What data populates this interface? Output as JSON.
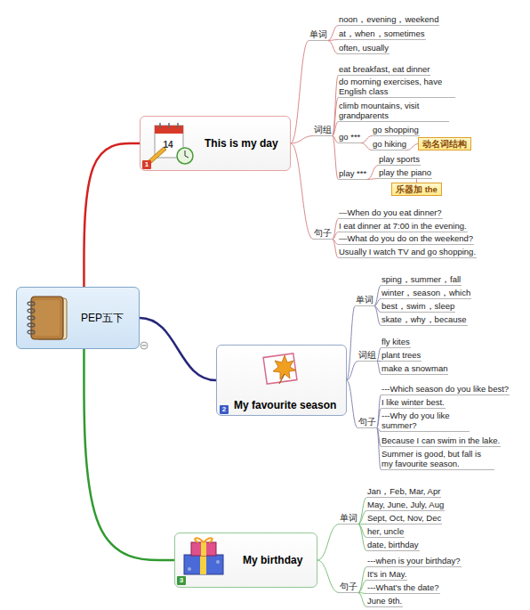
{
  "diagram": {
    "nodes": [
      {
        "text": [
          "PEP五下"
        ]
      },
      {
        "text": [
          "This is my day"
        ]
      },
      {
        "text": [
          "单词"
        ]
      },
      {
        "text": [
          "noon，evening，weekend"
        ]
      },
      {
        "text": [
          "at，when，sometimes"
        ]
      },
      {
        "text": [
          "often, usually"
        ]
      },
      {
        "text": [
          "词组"
        ]
      },
      {
        "text": [
          "eat breakfast, eat dinner"
        ]
      },
      {
        "text": [
          "do morning exercises, have English class"
        ]
      },
      {
        "text": [
          "climb mountains, visit grandparents"
        ]
      },
      {
        "text": [
          "go ***"
        ]
      },
      {
        "text": [
          "go shopping"
        ]
      },
      {
        "text": [
          "go hiking"
        ]
      },
      {
        "text": [
          "动名词结构"
        ]
      },
      {
        "text": [
          "play ***"
        ]
      },
      {
        "text": [
          "play sports"
        ]
      },
      {
        "text": [
          "play the piano"
        ]
      },
      {
        "text": [
          "乐器加 the"
        ]
      },
      {
        "text": [
          "句子"
        ]
      },
      {
        "text": [
          "—When do you eat dinner?"
        ]
      },
      {
        "text": [
          "I eat dinner at 7:00 in the evening."
        ]
      },
      {
        "text": [
          "—What do you do on the weekend?"
        ]
      },
      {
        "text": [
          "Usually I watch TV and go shopping."
        ]
      },
      {
        "text": [
          "My favourite season"
        ]
      },
      {
        "text": [
          "单词"
        ]
      },
      {
        "text": [
          "sping，summer，fall"
        ]
      },
      {
        "text": [
          "winter，season，which"
        ]
      },
      {
        "text": [
          "best，swim，sleep"
        ]
      },
      {
        "text": [
          "skate，why，because"
        ]
      },
      {
        "text": [
          "词组"
        ]
      },
      {
        "text": [
          "fly kites"
        ]
      },
      {
        "text": [
          "plant trees"
        ]
      },
      {
        "text": [
          "make a snowman"
        ]
      },
      {
        "text": [
          "句子"
        ]
      },
      {
        "text": [
          "---Which season do you like best?"
        ]
      },
      {
        "text": [
          "I like winter best."
        ]
      },
      {
        "text": [
          "---Why do you like summer?"
        ]
      },
      {
        "text": [
          "Because I can swim in the lake."
        ]
      },
      {
        "text": [
          "Summer is good, but fall is my favourite season."
        ]
      },
      {
        "text": [
          "My birthday"
        ]
      },
      {
        "text": [
          "单词"
        ]
      },
      {
        "text": [
          "Jan，Feb, Mar, Apr"
        ]
      },
      {
        "text": [
          "May, June, July, Aug"
        ]
      },
      {
        "text": [
          "Sept, Oct, Nov, Dec"
        ]
      },
      {
        "text": [
          "her, uncle"
        ]
      },
      {
        "text": [
          "date, birthday"
        ]
      },
      {
        "text": [
          "句子"
        ]
      },
      {
        "text": [
          "---when is your birthday?"
        ]
      },
      {
        "text": [
          "It's in May."
        ]
      },
      {
        "text": [
          "---What's the date?"
        ]
      },
      {
        "text": [
          "June 9th."
        ]
      }
    ],
    "edges": [
      {
        "from": 0,
        "to": 1,
        "arrow": "none"
      },
      {
        "from": 0,
        "to": 23,
        "arrow": "none"
      },
      {
        "from": 0,
        "to": 39,
        "arrow": "none"
      },
      {
        "from": 1,
        "to": 2,
        "arrow": "none"
      },
      {
        "from": 1,
        "to": 6,
        "arrow": "none"
      },
      {
        "from": 1,
        "to": 18,
        "arrow": "none"
      },
      {
        "from": 2,
        "to": 3,
        "arrow": "none"
      },
      {
        "from": 2,
        "to": 4,
        "arrow": "none"
      },
      {
        "from": 2,
        "to": 5,
        "arrow": "none"
      },
      {
        "from": 6,
        "to": 7,
        "arrow": "none"
      },
      {
        "from": 6,
        "to": 8,
        "arrow": "none"
      },
      {
        "from": 6,
        "to": 9,
        "arrow": "none"
      },
      {
        "from": 6,
        "to": 10,
        "arrow": "none"
      },
      {
        "from": 6,
        "to": 14,
        "arrow": "none"
      },
      {
        "from": 10,
        "to": 11,
        "arrow": "none"
      },
      {
        "from": 10,
        "to": 12,
        "arrow": "none"
      },
      {
        "from": 12,
        "to": 13,
        "arrow": "none"
      },
      {
        "from": 14,
        "to": 15,
        "arrow": "none"
      },
      {
        "from": 14,
        "to": 16,
        "arrow": "none"
      },
      {
        "from": 16,
        "to": 17,
        "arrow": "none"
      },
      {
        "from": 18,
        "to": 19,
        "arrow": "none"
      },
      {
        "from": 18,
        "to": 20,
        "arrow": "none"
      },
      {
        "from": 18,
        "to": 21,
        "arrow": "none"
      },
      {
        "from": 18,
        "to": 22,
        "arrow": "none"
      },
      {
        "from": 23,
        "to": 24,
        "arrow": "none"
      },
      {
        "from": 23,
        "to": 29,
        "arrow": "none"
      },
      {
        "from": 23,
        "to": 33,
        "arrow": "none"
      },
      {
        "from": 24,
        "to": 25,
        "arrow": "none"
      },
      {
        "from": 24,
        "to": 26,
        "arrow": "none"
      },
      {
        "from": 24,
        "to": 27,
        "arrow": "none"
      },
      {
        "from": 24,
        "to": 28,
        "arrow": "none"
      },
      {
        "from": 29,
        "to": 30,
        "arrow": "none"
      },
      {
        "from": 29,
        "to": 31,
        "arrow": "none"
      },
      {
        "from": 29,
        "to": 32,
        "arrow": "none"
      },
      {
        "from": 33,
        "to": 34,
        "arrow": "none"
      },
      {
        "from": 33,
        "to": 35,
        "arrow": "none"
      },
      {
        "from": 33,
        "to": 36,
        "arrow": "none"
      },
      {
        "from": 33,
        "to": 37,
        "arrow": "none"
      },
      {
        "from": 33,
        "to": 38,
        "arrow": "none"
      },
      {
        "from": 39,
        "to": 40,
        "arrow": "none"
      },
      {
        "from": 39,
        "to": 46,
        "arrow": "none"
      },
      {
        "from": 40,
        "to": 41,
        "arrow": "none"
      },
      {
        "from": 40,
        "to": 42,
        "arrow": "none"
      },
      {
        "from": 40,
        "to": 43,
        "arrow": "none"
      },
      {
        "from": 40,
        "to": 44,
        "arrow": "none"
      },
      {
        "from": 40,
        "to": 45,
        "arrow": "none"
      },
      {
        "from": 46,
        "to": 47,
        "arrow": "none"
      },
      {
        "from": 46,
        "to": 48,
        "arrow": "none"
      },
      {
        "from": 46,
        "to": 49,
        "arrow": "none"
      },
      {
        "from": 46,
        "to": 50,
        "arrow": "none"
      }
    ],
    "labels": [
      "14",
      "1",
      "2",
      "3"
    ]
  }
}
